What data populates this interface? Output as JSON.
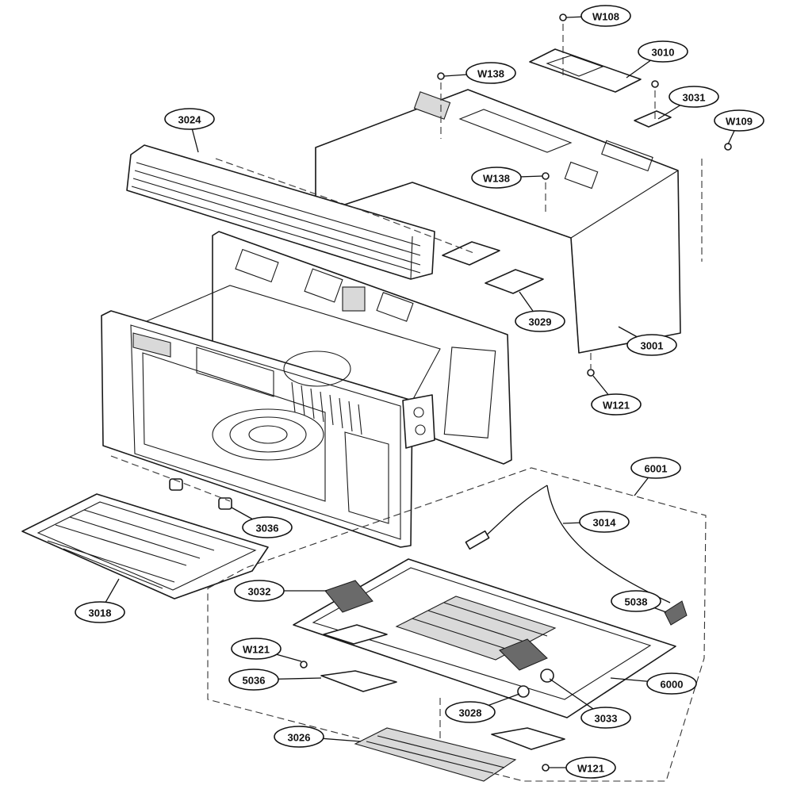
{
  "colors": {
    "line": "#1a1a1a",
    "background": "#ffffff",
    "shade": "#d9d9d9"
  },
  "callouts": [
    {
      "id": "W108",
      "label": "W108"
    },
    {
      "id": "3010",
      "label": "3010"
    },
    {
      "id": "W138a",
      "label": "W138"
    },
    {
      "id": "3031",
      "label": "3031"
    },
    {
      "id": "W109",
      "label": "W109"
    },
    {
      "id": "3024",
      "label": "3024"
    },
    {
      "id": "W138b",
      "label": "W138"
    },
    {
      "id": "3029",
      "label": "3029"
    },
    {
      "id": "3001",
      "label": "3001"
    },
    {
      "id": "W121a",
      "label": "W121"
    },
    {
      "id": "6001",
      "label": "6001"
    },
    {
      "id": "3014",
      "label": "3014"
    },
    {
      "id": "3036",
      "label": "3036"
    },
    {
      "id": "3018",
      "label": "3018"
    },
    {
      "id": "3032",
      "label": "3032"
    },
    {
      "id": "5038",
      "label": "5038"
    },
    {
      "id": "W121b",
      "label": "W121"
    },
    {
      "id": "5036",
      "label": "5036"
    },
    {
      "id": "6000",
      "label": "6000"
    },
    {
      "id": "3028",
      "label": "3028"
    },
    {
      "id": "3033",
      "label": "3033"
    },
    {
      "id": "3026",
      "label": "3026"
    },
    {
      "id": "W121c",
      "label": "W121"
    }
  ]
}
